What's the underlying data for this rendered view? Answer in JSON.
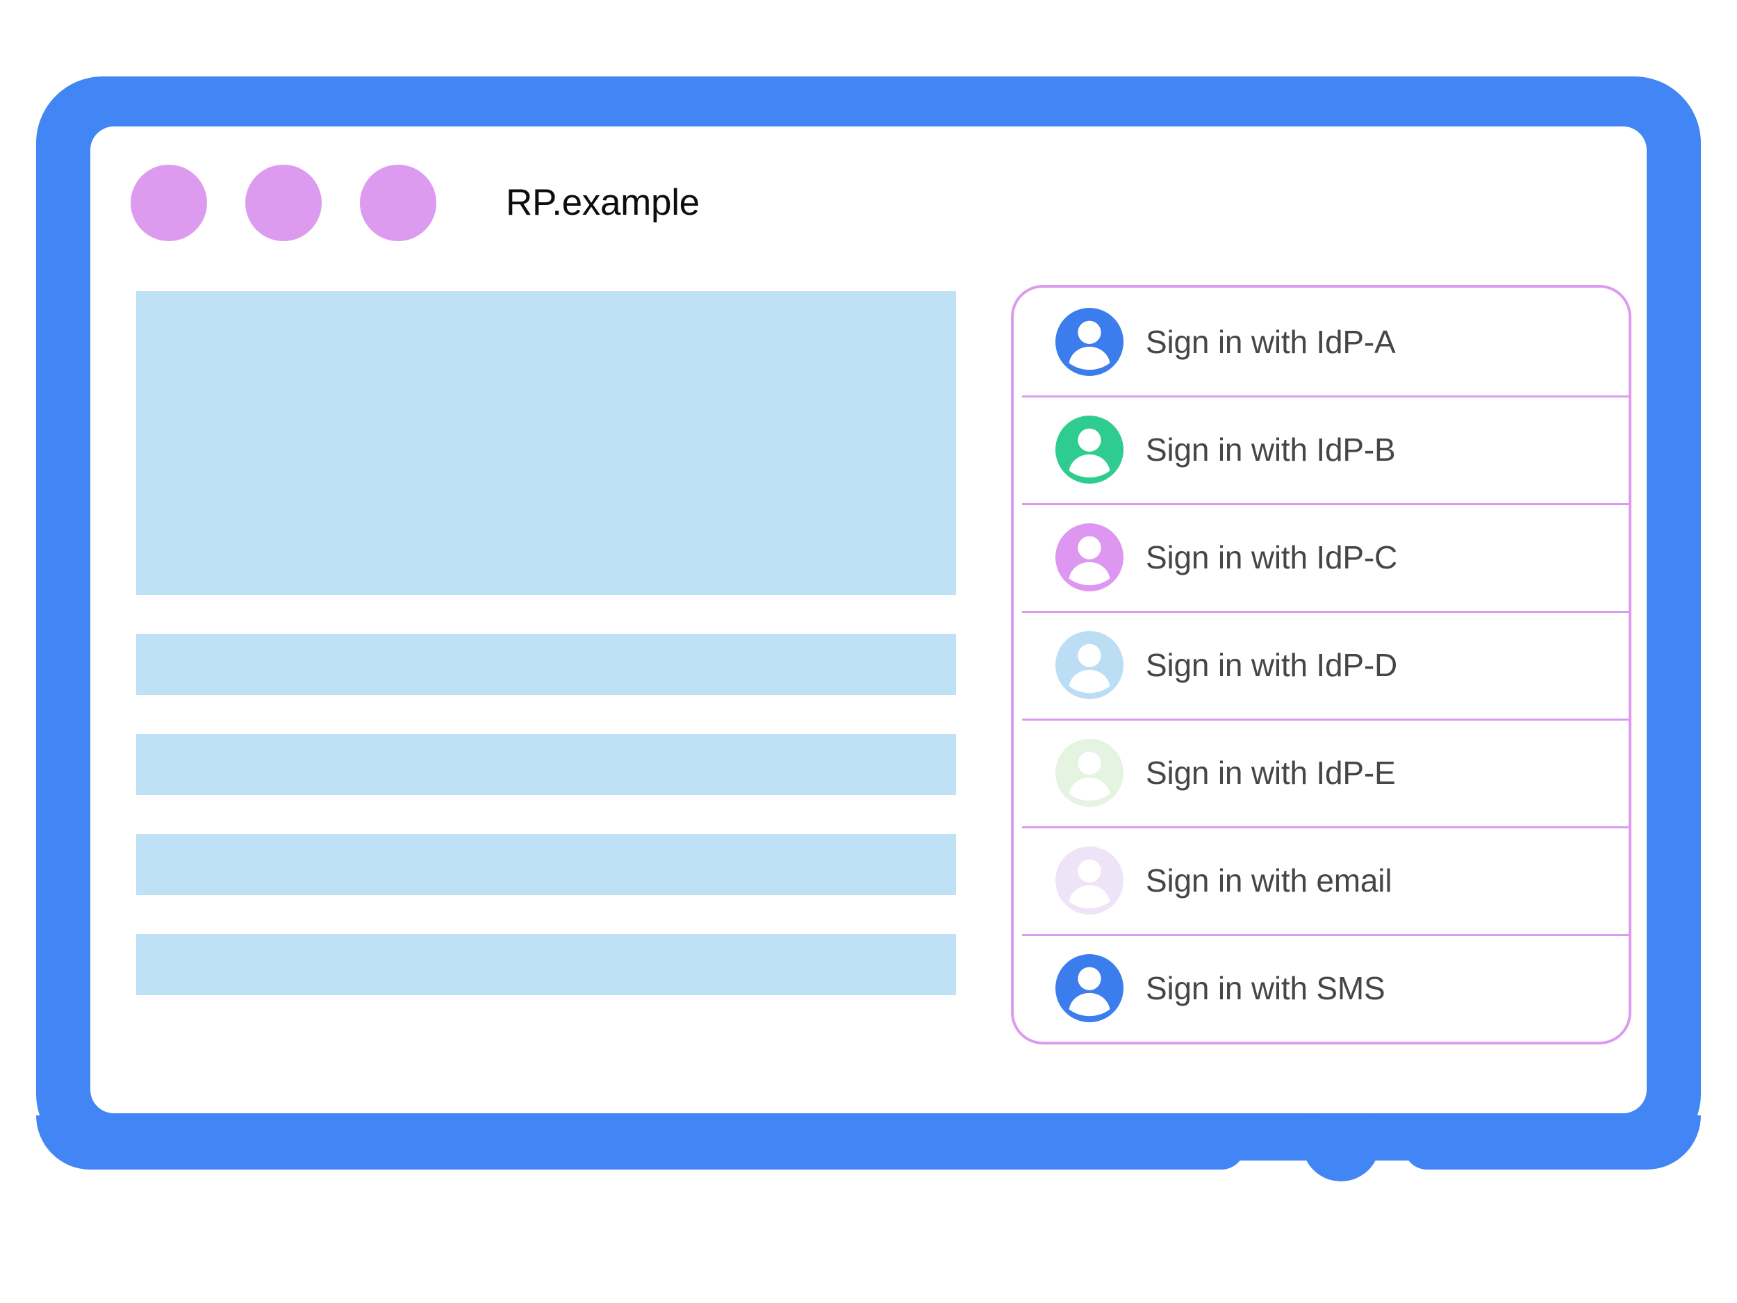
{
  "window": {
    "title": "RP.example",
    "traffic_dots": [
      "dot-1",
      "dot-2",
      "dot-3"
    ],
    "dot_color": "#DD9BF0",
    "frame_color": "#4285F4",
    "home_button": "home-button"
  },
  "content": {
    "placeholder_color": "#BFE1F6",
    "blocks": [
      {
        "name": "hero-placeholder"
      },
      {
        "name": "text-bar-placeholder-1"
      },
      {
        "name": "text-bar-placeholder-2"
      },
      {
        "name": "text-bar-placeholder-3"
      },
      {
        "name": "text-bar-placeholder-4"
      }
    ]
  },
  "signin_panel": {
    "border_color": "#DD9BF0",
    "divider_color": "#DD9BF0",
    "label_color": "#444746",
    "options": [
      {
        "label": "Sign in with IdP-A",
        "icon": "avatar-icon",
        "avatar_color": "#3B7DEC"
      },
      {
        "label": "Sign in with IdP-B",
        "icon": "avatar-icon",
        "avatar_color": "#2ECC8F"
      },
      {
        "label": "Sign in with IdP-C",
        "icon": "avatar-icon",
        "avatar_color": "#DD97F0"
      },
      {
        "label": "Sign in with IdP-D",
        "icon": "avatar-icon",
        "avatar_color": "#BBDEF5"
      },
      {
        "label": "Sign in with IdP-E",
        "icon": "avatar-icon",
        "avatar_color": "#E4F4E1"
      },
      {
        "label": "Sign in with email",
        "icon": "avatar-icon",
        "avatar_color": "#EFE4F7"
      },
      {
        "label": "Sign in with SMS",
        "icon": "avatar-icon",
        "avatar_color": "#3B7DEC"
      }
    ]
  }
}
